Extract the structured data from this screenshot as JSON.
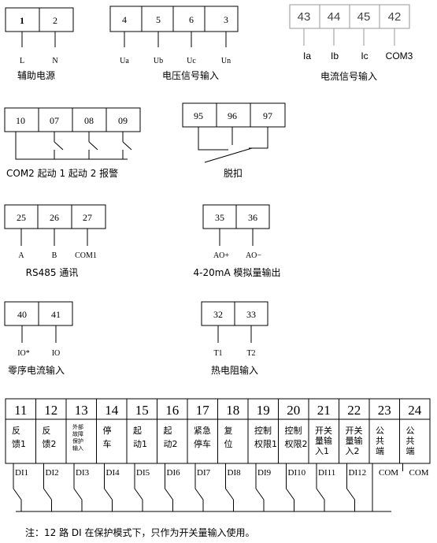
{
  "colors": {
    "line": "#000000",
    "gray_text": "#444444"
  },
  "groups": {
    "aux_power": {
      "terminals": [
        "1",
        "2"
      ],
      "signals": [
        "L",
        "N"
      ],
      "caption": "辅助电源"
    },
    "voltage": {
      "terminals": [
        "4",
        "5",
        "6",
        "3"
      ],
      "signals": [
        "Ua",
        "Ub",
        "Uc",
        "Un"
      ],
      "caption": "电压信号输入"
    },
    "current": {
      "terminals": [
        "43",
        "44",
        "45",
        "42"
      ],
      "signals": [
        "Ia",
        "Ib",
        "Ic",
        "COM3"
      ],
      "caption": "电流信号输入"
    },
    "relay": {
      "terminals": [
        "10",
        "07",
        "08",
        "09"
      ],
      "caption": "COM2  起动 1  起动 2  报警"
    },
    "trip": {
      "terminals": [
        "95",
        "96",
        "97"
      ],
      "caption": "脱扣"
    },
    "rs485": {
      "terminals": [
        "25",
        "26",
        "27"
      ],
      "signals": [
        "A",
        "B",
        "COM1"
      ],
      "caption": "RS485 通讯"
    },
    "analog_out": {
      "terminals": [
        "35",
        "36"
      ],
      "signals": [
        "AO+",
        "AO−"
      ],
      "caption": "4-20mA 模拟量输出"
    },
    "zero_seq": {
      "terminals": [
        "40",
        "41"
      ],
      "signals": [
        "IO*",
        "IO"
      ],
      "caption": "零序电流输入"
    },
    "thermal": {
      "terminals": [
        "32",
        "33"
      ],
      "signals": [
        "T1",
        "T2"
      ],
      "caption": "热电阻输入"
    }
  },
  "di_strip": {
    "numbers": [
      "11",
      "12",
      "13",
      "14",
      "15",
      "16",
      "17",
      "18",
      "19",
      "20",
      "21",
      "22",
      "23",
      "24"
    ],
    "descriptions": [
      "反\n馈1",
      "反\n馈2",
      "外部\n故障\n保护\n输入",
      "停\n车",
      "起\n动1",
      "起\n动2",
      "紧急\n停车",
      "复\n位",
      "控制\n权限1",
      "控制\n权限2",
      "开关\n量输\n入1",
      "开关\n量输\n入2",
      "公\n共\n端",
      "公\n共\n端"
    ],
    "di_labels": [
      "DI1",
      "DI2",
      "DI3",
      "DI4",
      "DI5",
      "DI6",
      "DI7",
      "DI8",
      "DI9",
      "DI10",
      "DI11",
      "DI12",
      "COM",
      "COM"
    ]
  },
  "note": "注：12 路 DI 在保护模式下，只作为开关量输入使用。"
}
